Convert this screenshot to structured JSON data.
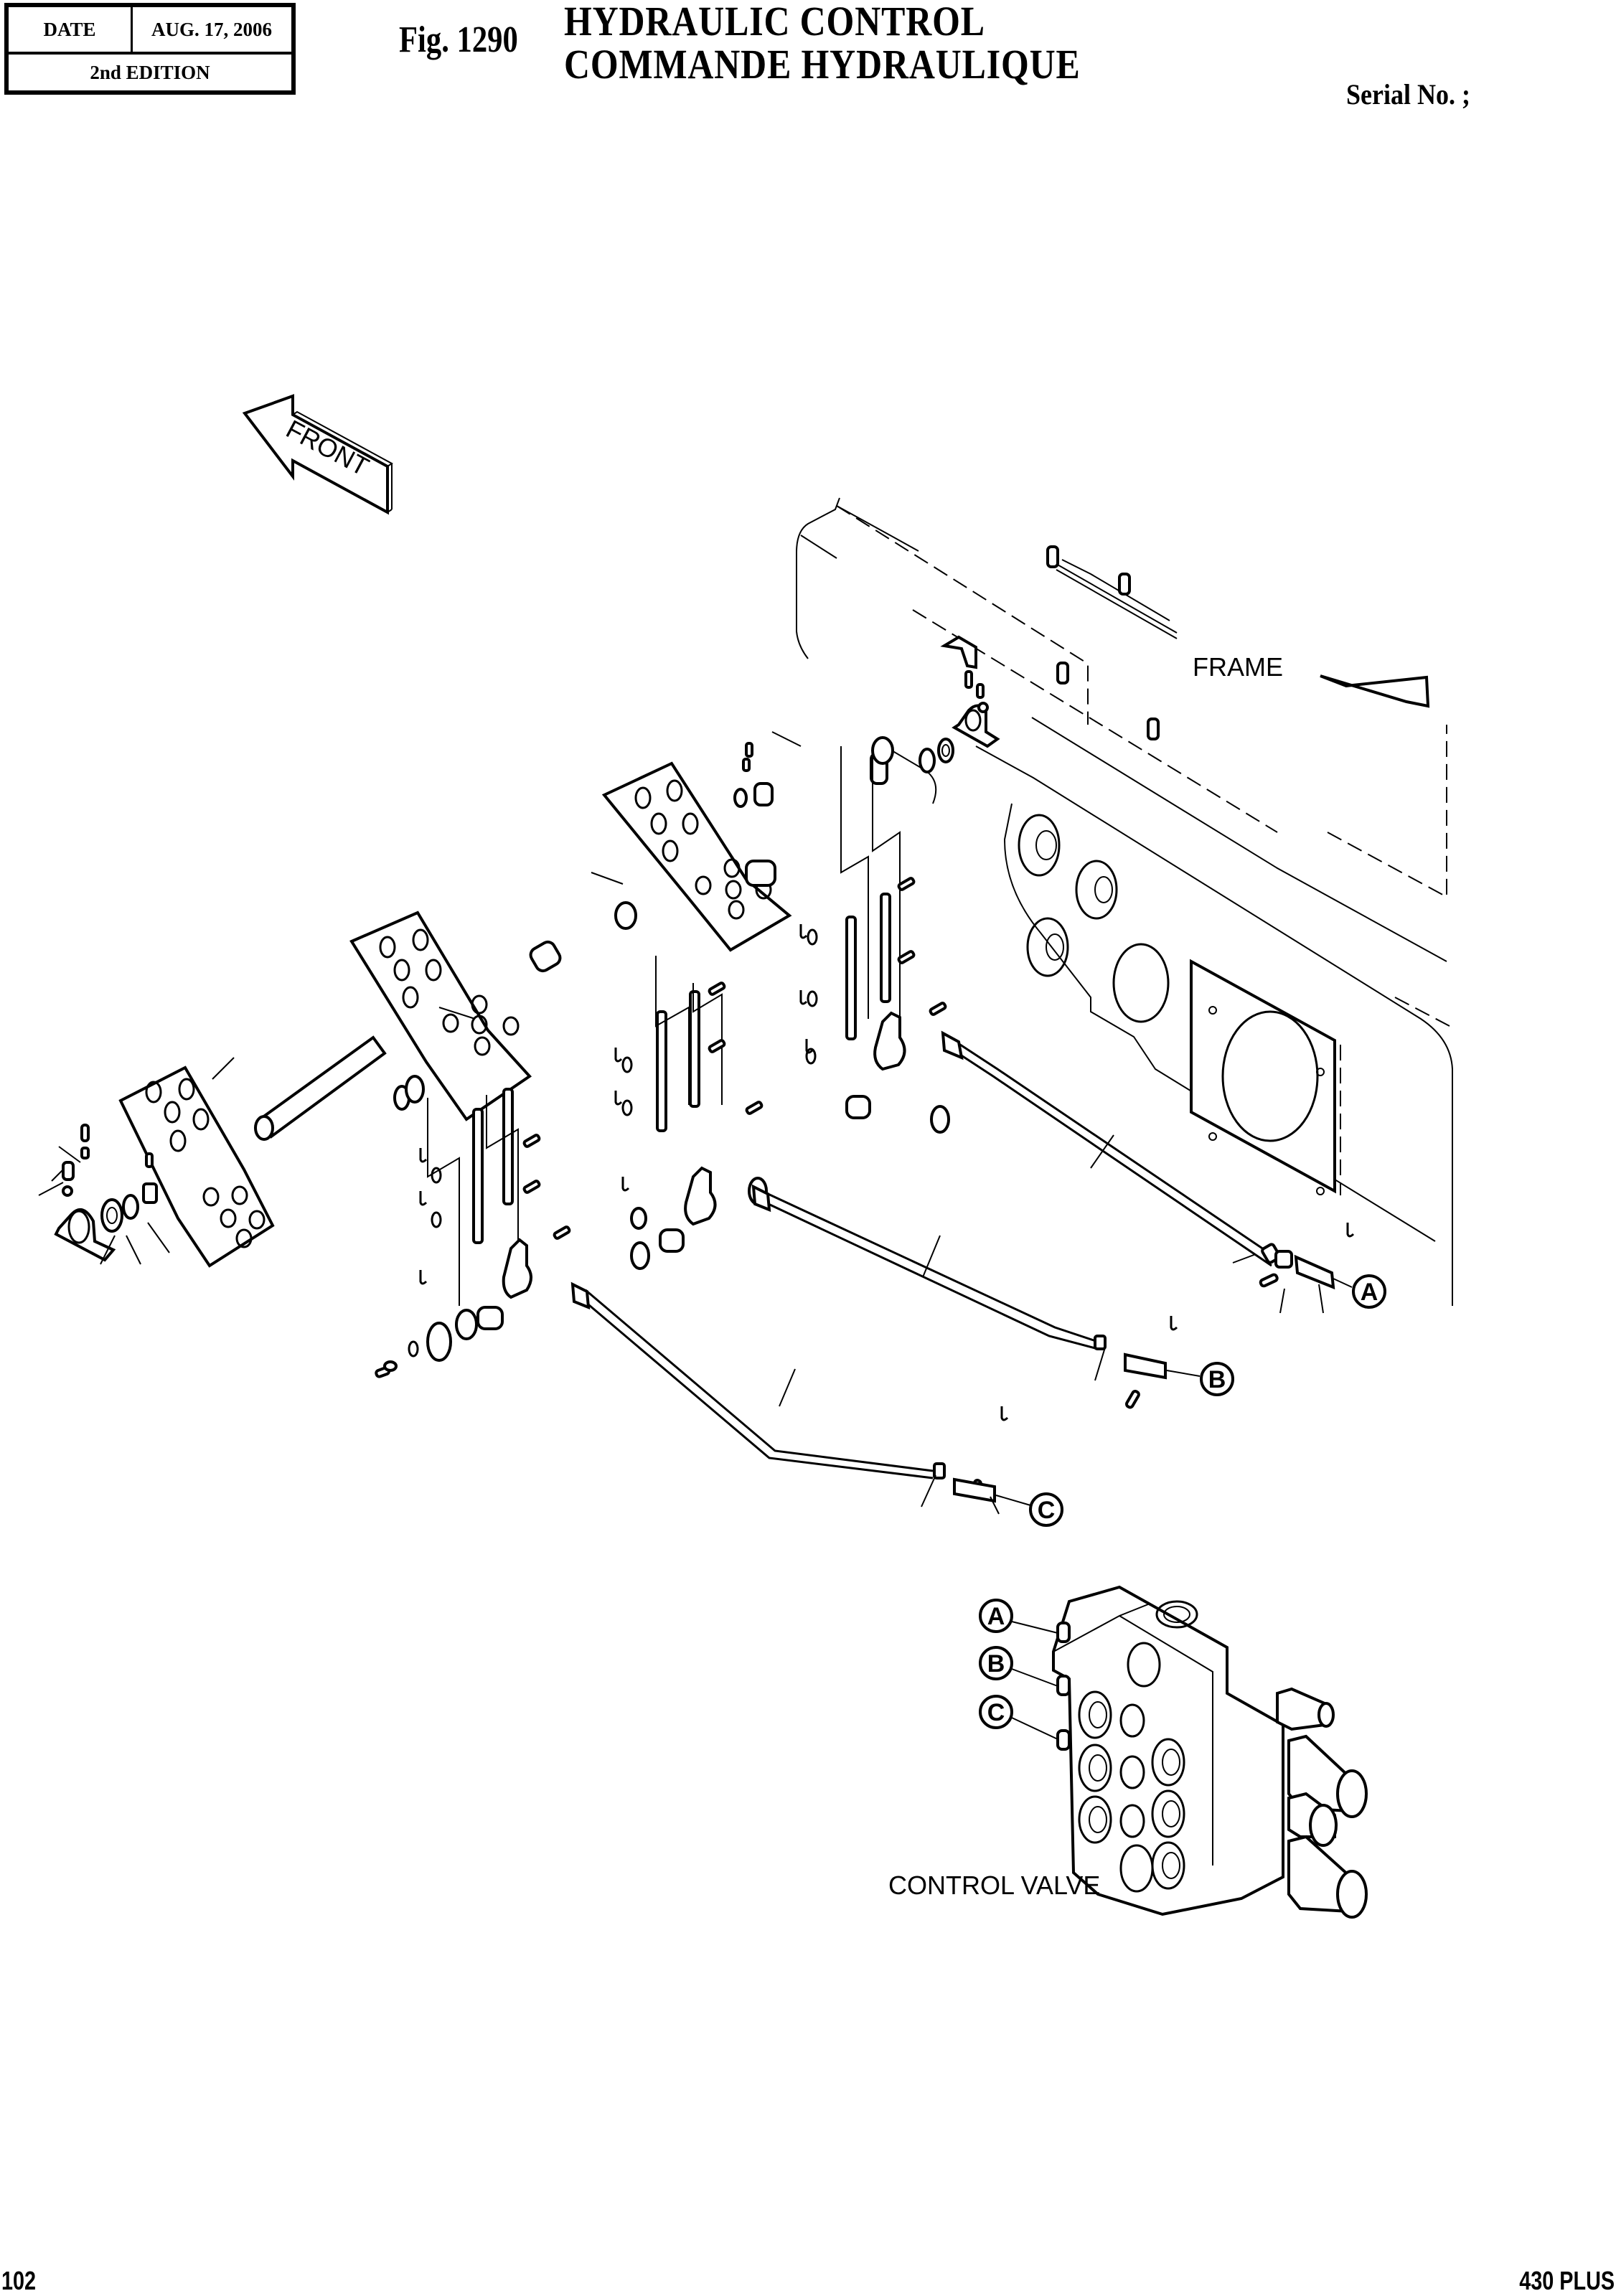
{
  "header": {
    "date_label": "DATE",
    "date_value": "AUG. 17, 2006",
    "edition": "2nd EDITION",
    "figure_number": "Fig. 1290",
    "title_en": "HYDRAULIC  CONTROL",
    "title_fr": "COMMANDE  HYDRAULIQUE",
    "serial": "Serial No. ;"
  },
  "diagram": {
    "direction_arrow_label": "FRONT",
    "frame_label": "FRAME",
    "control_valve_label": "CONTROL VALVE",
    "callouts": [
      "A",
      "B",
      "C"
    ],
    "valve_callouts": [
      "A",
      "B",
      "C"
    ],
    "parts": [
      "pedal-left",
      "pedal-middle",
      "pedal-right",
      "pedal-shaft",
      "pivot-bracket-left",
      "pivot-bracket-right",
      "bearing-left",
      "bearing-right",
      "link-plates",
      "clevis-pins",
      "cotter-pins",
      "lever-arms",
      "bushings",
      "washers",
      "control-rod-A",
      "control-rod-B",
      "control-rod-C",
      "clevis-A",
      "clevis-B",
      "clevis-C",
      "lock-nuts",
      "frame",
      "control-valve"
    ]
  },
  "footer": {
    "page_number": "102",
    "model": "430 PLUS"
  }
}
